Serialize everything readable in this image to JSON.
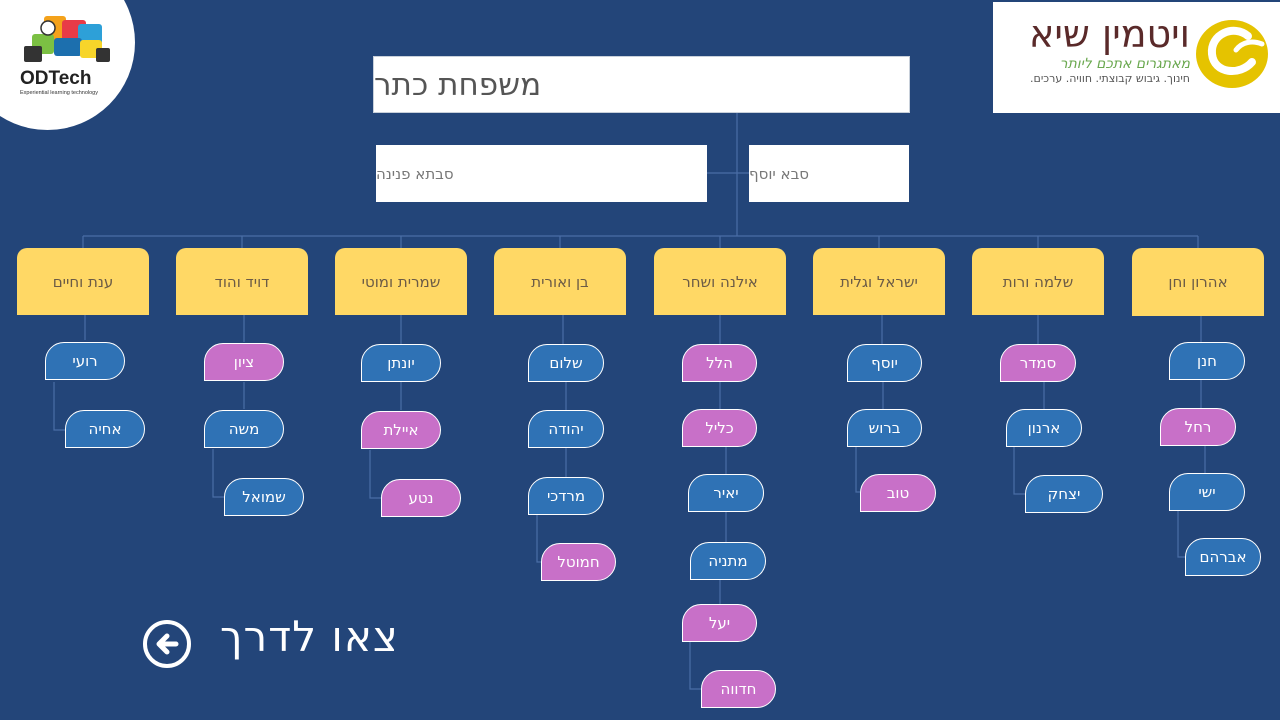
{
  "title": "משפחת כתר",
  "grandparents": {
    "grandmother": "סבתא פנינה",
    "grandfather": "סבא יוסף"
  },
  "families": [
    {
      "name": "ענת וחיים",
      "children": [
        {
          "name": "רועי",
          "color": "blue"
        },
        {
          "name": "אחיה",
          "color": "blue"
        }
      ]
    },
    {
      "name": "דויד והוד",
      "children": [
        {
          "name": "ציון",
          "color": "pink"
        },
        {
          "name": "משה",
          "color": "blue"
        },
        {
          "name": "שמואל",
          "color": "blue"
        }
      ]
    },
    {
      "name": "שמרית ומוטי",
      "children": [
        {
          "name": "יונתן",
          "color": "blue"
        },
        {
          "name": "איילת",
          "color": "pink"
        },
        {
          "name": "נטע",
          "color": "pink"
        }
      ]
    },
    {
      "name": "בן ואורית",
      "children": [
        {
          "name": "שלום",
          "color": "blue"
        },
        {
          "name": "יהודה",
          "color": "blue"
        },
        {
          "name": "מרדכי",
          "color": "blue"
        },
        {
          "name": "חמוטל",
          "color": "pink"
        }
      ]
    },
    {
      "name": "אילנה ושחר",
      "children": [
        {
          "name": "הלל",
          "color": "pink"
        },
        {
          "name": "כליל",
          "color": "pink"
        },
        {
          "name": "יאיר",
          "color": "blue"
        },
        {
          "name": "מתניה",
          "color": "blue"
        },
        {
          "name": "יעל",
          "color": "pink"
        },
        {
          "name": "חדווה",
          "color": "pink"
        }
      ]
    },
    {
      "name": "ישראל וגלית",
      "children": [
        {
          "name": "יוסף",
          "color": "blue"
        },
        {
          "name": "ברוש",
          "color": "blue"
        },
        {
          "name": "טוב",
          "color": "pink"
        }
      ]
    },
    {
      "name": "שלמה ורות",
      "children": [
        {
          "name": "סמדר",
          "color": "pink"
        },
        {
          "name": "ארנון",
          "color": "blue"
        },
        {
          "name": "יצחק",
          "color": "blue"
        }
      ]
    },
    {
      "name": "אהרון וחן",
      "children": [
        {
          "name": "חנן",
          "color": "blue"
        },
        {
          "name": "רחל",
          "color": "pink"
        },
        {
          "name": "ישי",
          "color": "blue"
        },
        {
          "name": "אברהם",
          "color": "blue"
        }
      ]
    }
  ],
  "logos": {
    "left_brand": "ODTech",
    "left_tagline": "Experiential learning technology",
    "right_brand": "ויטמין שיא",
    "right_slogan": "מאתגרים אתכם ליותר",
    "right_tagline": "חינוך. גיבוש קבוצתי. חוויה. ערכים."
  },
  "action": {
    "label": "צאו לדרך",
    "icon": "arrow-left-circle-icon"
  },
  "colors": {
    "background": "#234579",
    "family_box": "#ffd865",
    "child_blue": "#2f72b5",
    "child_pink": "#c870c8"
  }
}
